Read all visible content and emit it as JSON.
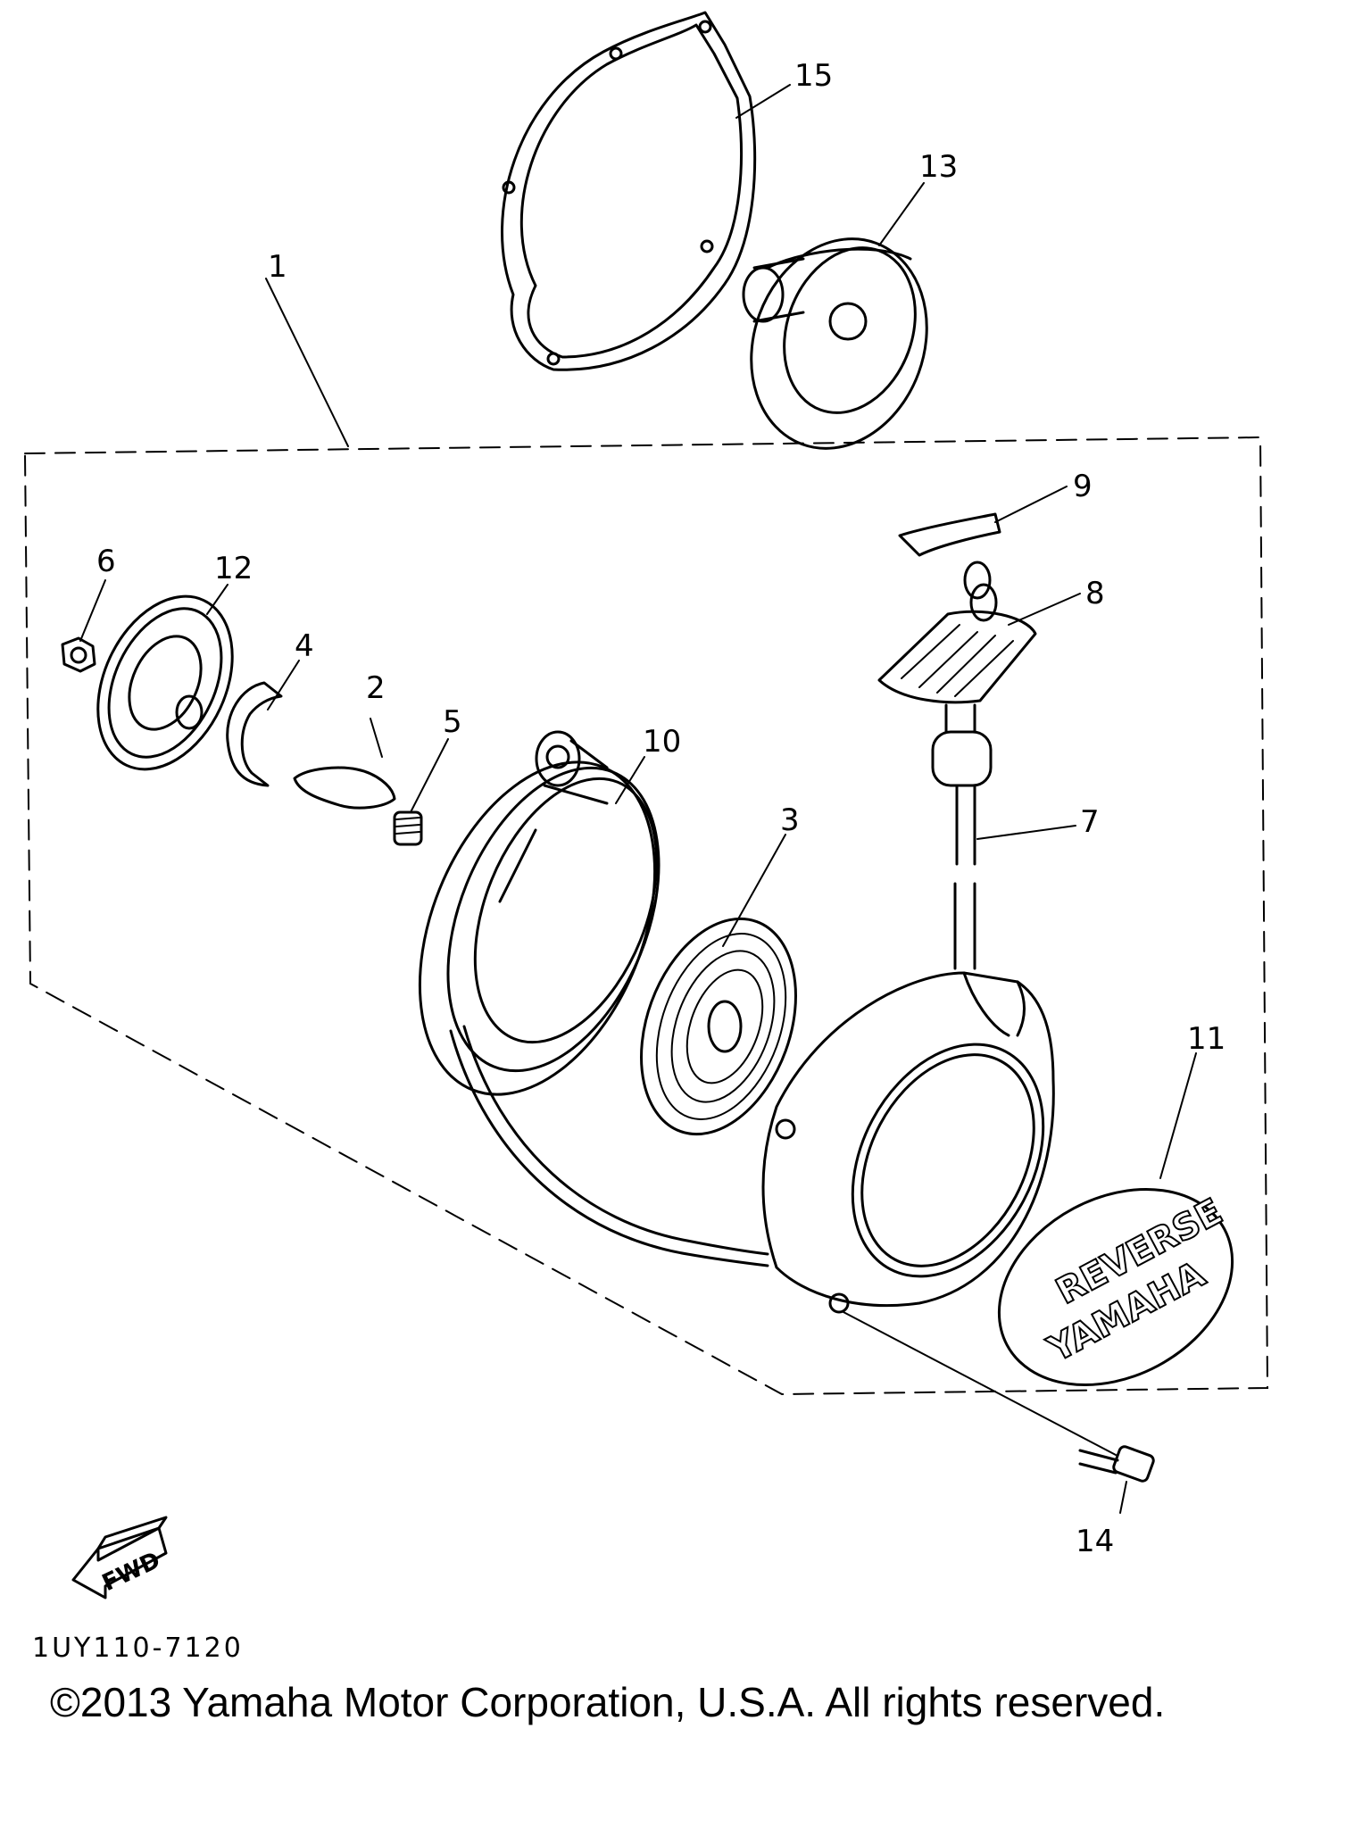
{
  "callouts": [
    "1",
    "2",
    "3",
    "4",
    "5",
    "6",
    "7",
    "8",
    "9",
    "10",
    "11",
    "12",
    "13",
    "14",
    "15"
  ],
  "emblem": {
    "top_text": "REVERSE",
    "bottom_text": "YAMAHA"
  },
  "fwd_arrow": {
    "label": "FWD"
  },
  "drawing_code": "1UY110-7120",
  "copyright": "©2013 Yamaha Motor Corporation, U.S.A. All rights reserved."
}
